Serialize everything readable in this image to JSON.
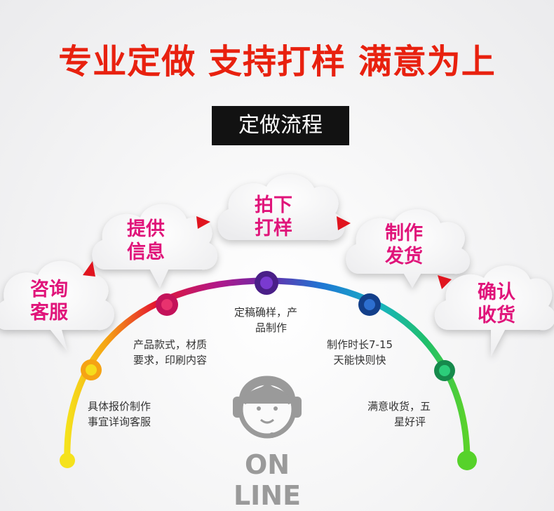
{
  "headline": "专业定做 支持打样 满意为上",
  "subtitle": "定做流程",
  "steps": [
    {
      "line1": "咨询",
      "line2": "客服",
      "desc1": "具体报价制作",
      "desc2": "事宜详询客服",
      "color": "#f5dc1c"
    },
    {
      "line1": "提供",
      "line2": "信息",
      "desc1": "产品款式，材质",
      "desc2": "要求，印刷内容",
      "color": "#d91a5a"
    },
    {
      "line1": "拍下",
      "line2": "打样",
      "desc1": "定稿确样，产",
      "desc2": "品制作",
      "color": "#6a2aa8"
    },
    {
      "line1": "制作",
      "line2": "发货",
      "desc1": "制作时长7-15",
      "desc2": "天能快则快",
      "color": "#1f5fb8"
    },
    {
      "line1": "确认",
      "line2": "收货",
      "desc1": "满意收货，五",
      "desc2": "星好评",
      "color": "#2bb36a"
    }
  ],
  "logo_text": "ON LINE",
  "colors": {
    "headline": "#e8210f",
    "cloud_text": "#e0147a",
    "arrow": "#e0141e"
  },
  "icons": [
    "headset-person-icon"
  ]
}
